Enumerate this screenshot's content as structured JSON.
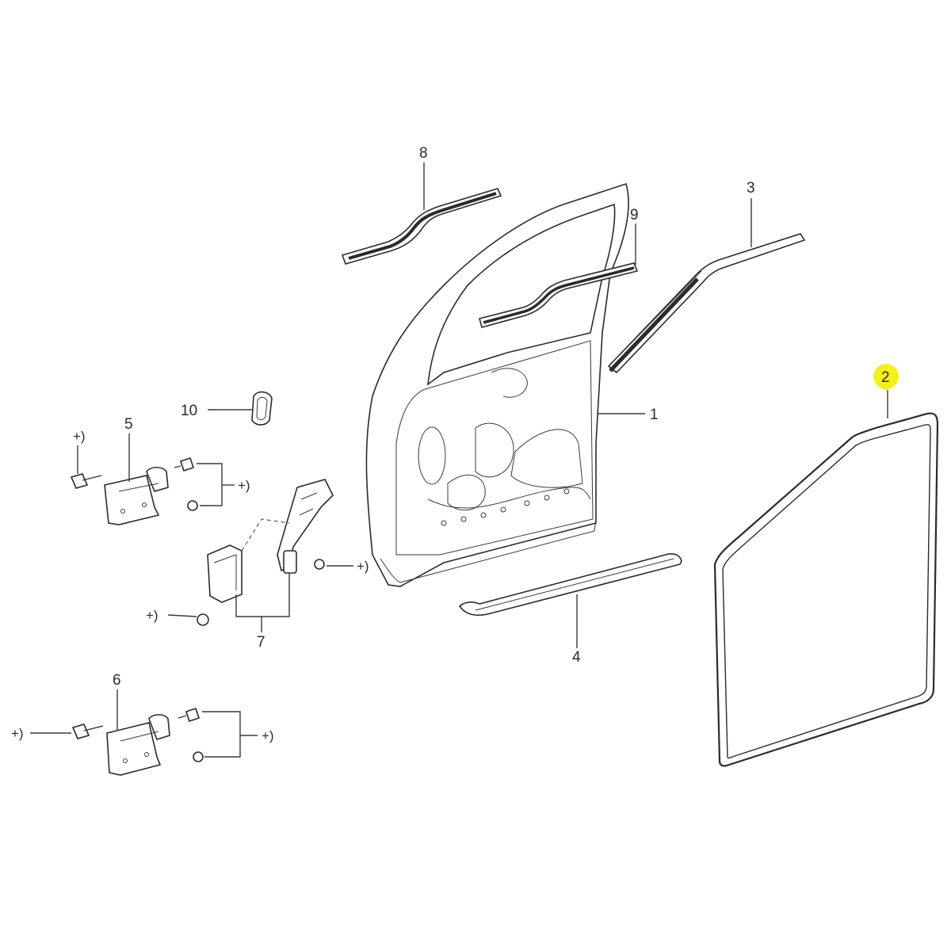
{
  "callouts": {
    "c1": "1",
    "c2": "2",
    "c3": "3",
    "c4": "4",
    "c5": "5",
    "c6": "6",
    "c7": "7",
    "c8": "8",
    "c9": "9",
    "c10": "10"
  },
  "fastener_mark": "+)",
  "highlight": {
    "callout": "2",
    "color": "#f5ef1a"
  }
}
